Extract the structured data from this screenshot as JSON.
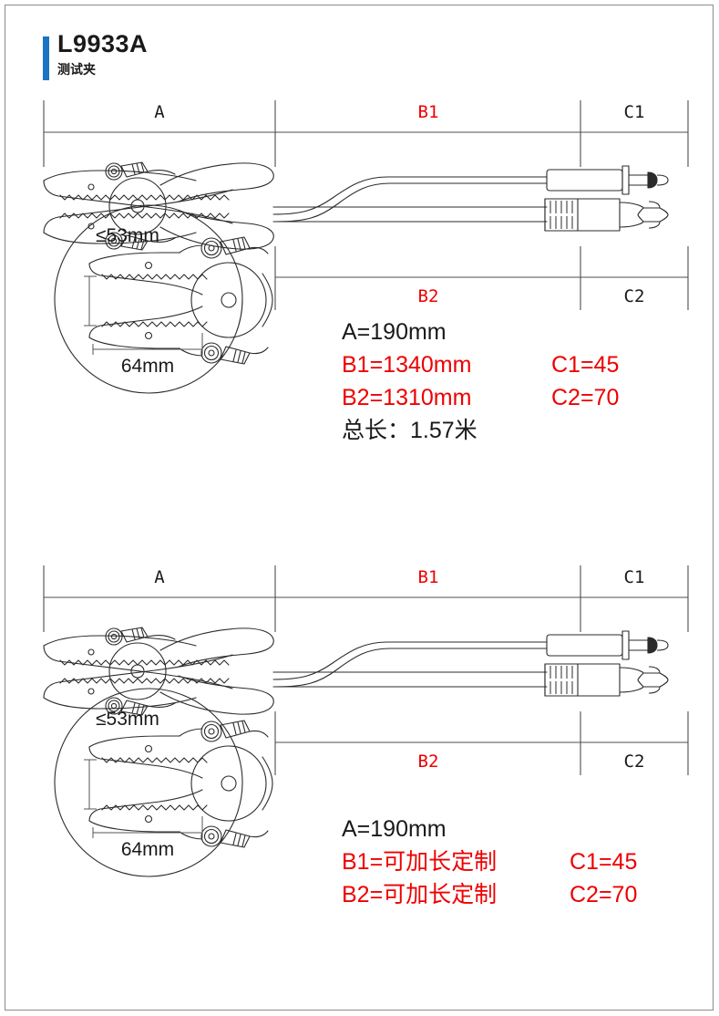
{
  "header": {
    "model": "L9933A",
    "product_name": "测试夹",
    "accent_color": "#1b74c4"
  },
  "colors": {
    "red": "#ee0000",
    "black": "#1a1a1a",
    "line": "#4d4d4d"
  },
  "diagrams": [
    {
      "id": "diagram-top",
      "dimension_labels": {
        "top_left": "A",
        "top_mid": "B1",
        "top_right": "C1",
        "bottom_mid": "B2",
        "bottom_right": "C2"
      },
      "detail_inset": {
        "jaw_opening": "≤53mm",
        "jaw_length": "64mm"
      },
      "specs": {
        "a": "A=190mm",
        "b1": "B1=1340mm",
        "c1": "C1=45",
        "b2": "B2=1310mm",
        "c2": "C2=70",
        "total": "总长：1.57米"
      }
    },
    {
      "id": "diagram-bottom",
      "dimension_labels": {
        "top_left": "A",
        "top_mid": "B1",
        "top_right": "C1",
        "bottom_mid": "B2",
        "bottom_right": "C2"
      },
      "detail_inset": {
        "jaw_opening": "≤53mm",
        "jaw_length": "64mm"
      },
      "specs": {
        "a": "A=190mm",
        "b1": "B1=可加长定制",
        "c1": "C1=45",
        "b2": "B2=可加长定制",
        "c2": "C2=70",
        "total": ""
      }
    }
  ]
}
